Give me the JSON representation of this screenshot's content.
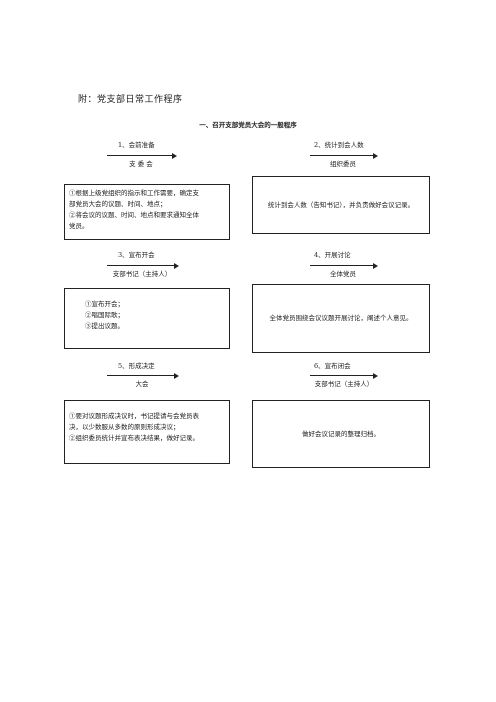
{
  "heading": "附：党支部日常工作程序",
  "subtitle": "一、召开支部党员大会的一般程序",
  "steps": [
    {
      "title": "1、会前准备",
      "label": "支 委 会",
      "lines": [
        "①根据上级党组织的指示和工作需要，确定支",
        "部党员大会的议题、时间、地点；",
        "②将会议的议题、时间、地点和要求通知全体",
        "党员。"
      ]
    },
    {
      "title": "2、统计到会人数",
      "label": "组织委员",
      "lines": [
        "统计到会人数（告知书记），并负责做好会议记录。"
      ]
    },
    {
      "title": "3、宣布开会",
      "label": "支部书记（主持人）",
      "lines": [
        "①宣布开会；",
        "②唱国际歌；",
        "③提出议题。"
      ]
    },
    {
      "title": "4、开展讨论",
      "label": "全体党员",
      "lines": [
        "全体党员围绕会议议题开展讨论，阐述个人意见。"
      ]
    },
    {
      "title": "5、形成决定",
      "label": "大会",
      "lines": [
        "①要对议题形成决议时，书记提请与会党员表",
        "决，以少数服从多数的原则形成决议；",
        "②组织委员统计并宣布表决结果，做好记录。"
      ]
    },
    {
      "title": "6、宣布闭会",
      "label": "支部书记（主持人）",
      "lines": [
        "做好会议记录的整理归档。"
      ]
    }
  ]
}
